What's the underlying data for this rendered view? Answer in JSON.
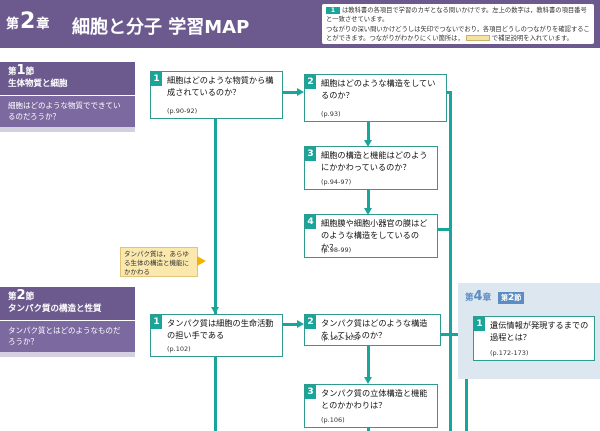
{
  "header": {
    "chapter_prefix": "第",
    "chapter_number": "2",
    "chapter_suffix": "章",
    "title": "細胞と分子 学習MAP",
    "notes": [
      "は教科書の各項目で学習のカギとなる問いかけです。左上の数字は，教科書の項目番号と一致させています。",
      "つながりの深い問いかけどうしは矢印でつないでおり，各項目どうしのつながりを確認することができます。つながりがわかりにくい箇所は，",
      "で補足説明を入れています。"
    ]
  },
  "sections": [
    {
      "label_prefix": "第",
      "label_number": "1",
      "label_suffix": "節",
      "title": "生体物質と細胞",
      "question": "細胞はどのような物質でできているのだろうか？"
    },
    {
      "label_prefix": "第",
      "label_number": "2",
      "label_suffix": "節",
      "title": "タンパク質の構造と性質",
      "question": "タンパク質とはどのようなものだろうか？"
    }
  ],
  "boxes": [
    {
      "num": "1",
      "text": "細胞はどのような物質から構成されているのか？",
      "page": "(p.90-92)"
    },
    {
      "num": "2",
      "text": "細胞はどのような構造をしているのか？",
      "page": "(p.93)"
    },
    {
      "num": "3",
      "text": "細胞の構造と機能はどのようにかかわっているのか？",
      "page": "(p.94-97)"
    },
    {
      "num": "4",
      "text": "細胞膜や細胞小器官の膜はどのような構造をしているのか？",
      "page": "(p.98-99)"
    },
    {
      "num": "1",
      "text": "タンパク質は細胞の生命活動の担い手である",
      "page": "(p.102)"
    },
    {
      "num": "2",
      "text": "タンパク質はどのような構造をしているのか？",
      "page": "(p.102-105)"
    },
    {
      "num": "3",
      "text": "タンパク質の立体構造と機能とのかかわりは？",
      "page": "(p.106)"
    },
    {
      "num": "1",
      "text": "遺伝情報が発現するまでの過程とは？",
      "page": "(p.172-173)"
    }
  ],
  "callout": {
    "text": "タンパク質は，あらゆる生体の構造と機能にかかわる"
  },
  "chapter4": {
    "prefix": "第",
    "number": "4",
    "suffix": "章",
    "section_prefix": "第",
    "section_number": "2",
    "section_suffix": "節"
  },
  "colors": {
    "header_purple": "#6c5a8e",
    "section_purple": "#7b69a0",
    "teal": "#1aa59a",
    "callout_yellow": "#fbe8ad",
    "chapter4_blue": "#5c8cc2",
    "chapter4_panel": "#dde7f0"
  }
}
